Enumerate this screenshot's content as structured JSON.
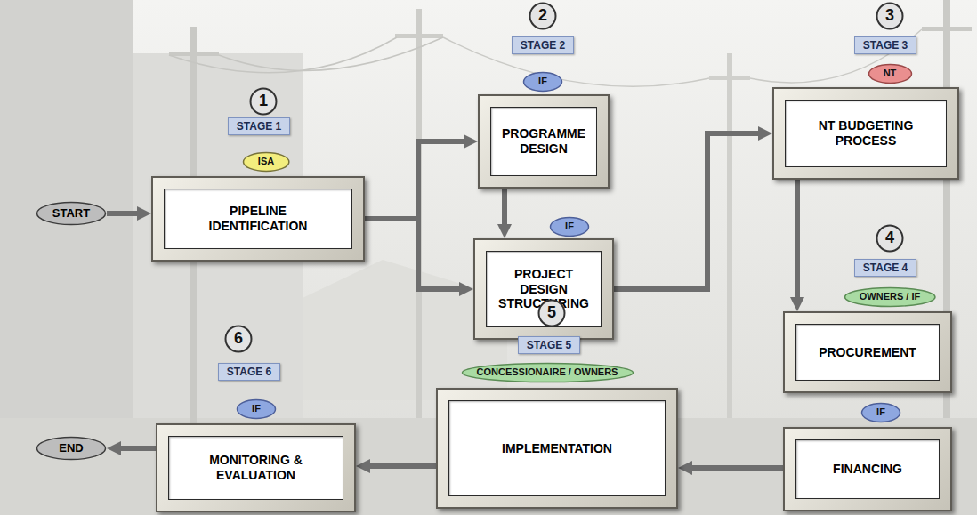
{
  "diagram": {
    "nodes": [
      {
        "text": [
          "START"
        ]
      },
      {
        "text": [
          "1"
        ]
      },
      {
        "text": [
          "STAGE 1"
        ]
      },
      {
        "text": [
          "ISA"
        ]
      },
      {
        "text": [
          "PIPELINE IDENTIFICATION"
        ]
      },
      {
        "text": [
          "2"
        ]
      },
      {
        "text": [
          "STAGE 2"
        ]
      },
      {
        "text": [
          "IF"
        ]
      },
      {
        "text": [
          "PROGRAMME DESIGN"
        ]
      },
      {
        "text": [
          "IF"
        ]
      },
      {
        "text": [
          "PROJECT DESIGN STRUCTURING"
        ]
      },
      {
        "text": [
          "3"
        ]
      },
      {
        "text": [
          "STAGE 3"
        ]
      },
      {
        "text": [
          "NT"
        ]
      },
      {
        "text": [
          "NT BUDGETING PROCESS"
        ]
      },
      {
        "text": [
          "4"
        ]
      },
      {
        "text": [
          "STAGE 4"
        ]
      },
      {
        "text": [
          "OWNERS / IF"
        ]
      },
      {
        "text": [
          "PROCUREMENT"
        ]
      },
      {
        "text": [
          "IF"
        ]
      },
      {
        "text": [
          "FINANCING"
        ]
      },
      {
        "text": [
          "5"
        ]
      },
      {
        "text": [
          "STAGE 5"
        ]
      },
      {
        "text": [
          "CONCESSIONAIRE / OWNERS"
        ]
      },
      {
        "text": [
          "IMPLEMENTATION"
        ]
      },
      {
        "text": [
          "6"
        ]
      },
      {
        "text": [
          "STAGE 6"
        ]
      },
      {
        "text": [
          "IF"
        ]
      },
      {
        "text": [
          "MONITORING & EVALUATION"
        ]
      },
      {
        "text": [
          "END"
        ]
      }
    ],
    "edges": [
      {
        "from": 0,
        "to": 4,
        "arrow": "to"
      },
      {
        "from": 4,
        "to": 8,
        "arrow": "to"
      },
      {
        "from": 4,
        "to": 10,
        "arrow": "to"
      },
      {
        "from": 8,
        "to": 10,
        "arrow": "to"
      },
      {
        "from": 10,
        "to": 14,
        "arrow": "to"
      },
      {
        "from": 14,
        "to": 18,
        "arrow": "to"
      },
      {
        "from": 20,
        "to": 24,
        "arrow": "to"
      },
      {
        "from": 24,
        "to": 28,
        "arrow": "to"
      },
      {
        "from": 28,
        "to": 29,
        "arrow": "to"
      }
    ]
  }
}
